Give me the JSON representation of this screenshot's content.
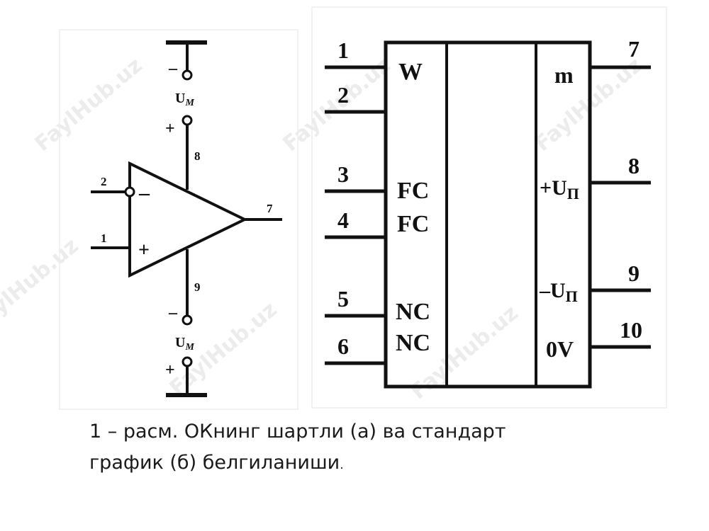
{
  "watermark": "FaylHub.uz",
  "opamp": {
    "supply_top": {
      "sign": "–",
      "label": "U",
      "sub": "M"
    },
    "supply_top_plus": "+",
    "pin_top": "8",
    "pin_inv": "2",
    "pin_noninv": "1",
    "pin_out": "7",
    "pin_bottom": "9",
    "supply_bottom": {
      "sign": "–",
      "label": "U",
      "sub": "M"
    },
    "supply_bottom_plus": "+",
    "minus_sign": "–",
    "plus_sign": "+"
  },
  "block": {
    "left_pins": [
      "1",
      "2",
      "3",
      "4",
      "5",
      "6"
    ],
    "left_labels": [
      "W",
      "FC",
      "FC",
      "NC",
      "NC"
    ],
    "right_pins": [
      "7",
      "8",
      "9",
      "10"
    ],
    "right_labels": [
      "m",
      "+U",
      "–U",
      "0V"
    ],
    "right_label_sub": "П"
  },
  "caption": {
    "line1": "1 – расм. ОКнинг шартли (а) ва стандарт",
    "line2": "график (б) белгиланиши",
    "end": "."
  }
}
